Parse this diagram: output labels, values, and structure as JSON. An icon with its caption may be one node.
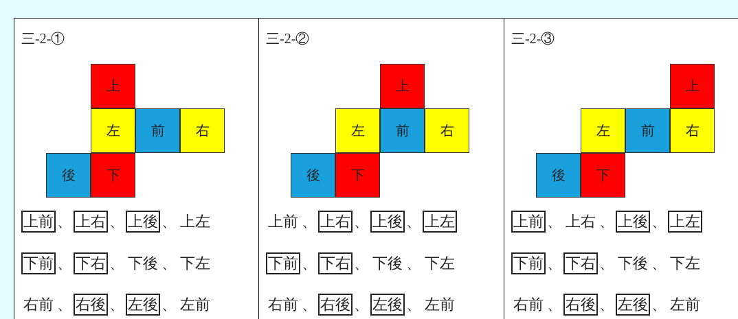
{
  "diagram": {
    "nodes": [
      {
        "text": [
          "三-2-①"
        ]
      },
      {
        "text": [
          "上"
        ],
        "in": 0
      },
      {
        "text": [
          "左"
        ],
        "in": 0
      },
      {
        "text": [
          "前"
        ],
        "in": 0
      },
      {
        "text": [
          "右"
        ],
        "in": 0
      },
      {
        "text": [
          "後"
        ],
        "in": 0
      },
      {
        "text": [
          "下"
        ],
        "in": 0
      },
      {
        "text": [
          "上前"
        ],
        "in": 0
      },
      {
        "text": [
          "上右"
        ],
        "in": 0
      },
      {
        "text": [
          "上後"
        ],
        "in": 0
      },
      {
        "text": [
          "下前"
        ],
        "in": 0
      },
      {
        "text": [
          "下右"
        ],
        "in": 0
      },
      {
        "text": [
          "右後"
        ],
        "in": 0
      },
      {
        "text": [
          "左後"
        ],
        "in": 0
      },
      {
        "text": [
          "三-2-②"
        ]
      },
      {
        "text": [
          "上"
        ],
        "in": 14
      },
      {
        "text": [
          "左"
        ],
        "in": 14
      },
      {
        "text": [
          "前"
        ],
        "in": 14
      },
      {
        "text": [
          "右"
        ],
        "in": 14
      },
      {
        "text": [
          "後"
        ],
        "in": 14
      },
      {
        "text": [
          "下"
        ],
        "in": 14
      },
      {
        "text": [
          "上右"
        ],
        "in": 14
      },
      {
        "text": [
          "上後"
        ],
        "in": 14
      },
      {
        "text": [
          "上左"
        ],
        "in": 14
      },
      {
        "text": [
          "下前"
        ],
        "in": 14
      },
      {
        "text": [
          "下右"
        ],
        "in": 14
      },
      {
        "text": [
          "右後"
        ],
        "in": 14
      },
      {
        "text": [
          "左後"
        ],
        "in": 14
      },
      {
        "text": [
          "三-2-③"
        ]
      },
      {
        "text": [
          "上"
        ],
        "in": 28
      },
      {
        "text": [
          "左"
        ],
        "in": 28
      },
      {
        "text": [
          "前"
        ],
        "in": 28
      },
      {
        "text": [
          "右"
        ],
        "in": 28
      },
      {
        "text": [
          "後"
        ],
        "in": 28
      },
      {
        "text": [
          "下"
        ],
        "in": 28
      },
      {
        "text": [
          "上前"
        ],
        "in": 28
      },
      {
        "text": [
          "上後"
        ],
        "in": 28
      },
      {
        "text": [
          "上左"
        ],
        "in": 28
      },
      {
        "text": [
          "下前"
        ],
        "in": 28
      },
      {
        "text": [
          "下右"
        ],
        "in": 28
      },
      {
        "text": [
          "右後"
        ],
        "in": 28
      },
      {
        "text": [
          "左後"
        ],
        "in": 28
      }
    ],
    "labels": [
      "、",
      "、",
      "、",
      "上左",
      "、",
      "、",
      "下後",
      "、",
      "下左",
      "右前",
      "、",
      "、",
      "、",
      "左前",
      "上前",
      "、",
      "、",
      "、",
      "、",
      "、",
      "下後",
      "、",
      "下左",
      "右前",
      "、",
      "、",
      "、",
      "左前",
      "、",
      "上右",
      "、",
      "、",
      "、",
      "、",
      "下後",
      "、",
      "下左",
      "右前",
      "、",
      "、",
      "、",
      "左前"
    ]
  }
}
